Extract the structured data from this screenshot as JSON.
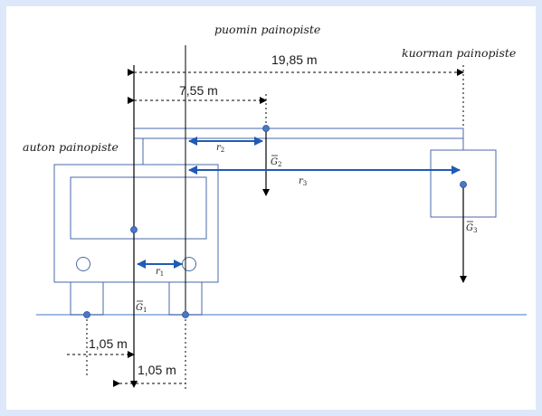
{
  "labels": {
    "boom_cog": "puomin painopiste",
    "load_cog": "kuorman painopiste",
    "car_cog": "auton painopiste",
    "dim_total": "19,85 m",
    "dim_boom": "7,55 m",
    "dim_wheel_left": "1,05 m",
    "dim_wheel_right": "1,05 m",
    "r1": "r",
    "r1_sub": "1",
    "r2": "r",
    "r2_sub": "2",
    "r3": "r",
    "r3_sub": "3",
    "g1": "G",
    "g1_sub": "1",
    "g2": "G",
    "g2_sub": "2",
    "g3": "G",
    "g3_sub": "3"
  },
  "colors": {
    "frame": "#dde9fb",
    "outline": "#4a6aa8",
    "arrow_blue": "#1f5bb5",
    "dot": "#4a78c8",
    "line": "#000000"
  }
}
